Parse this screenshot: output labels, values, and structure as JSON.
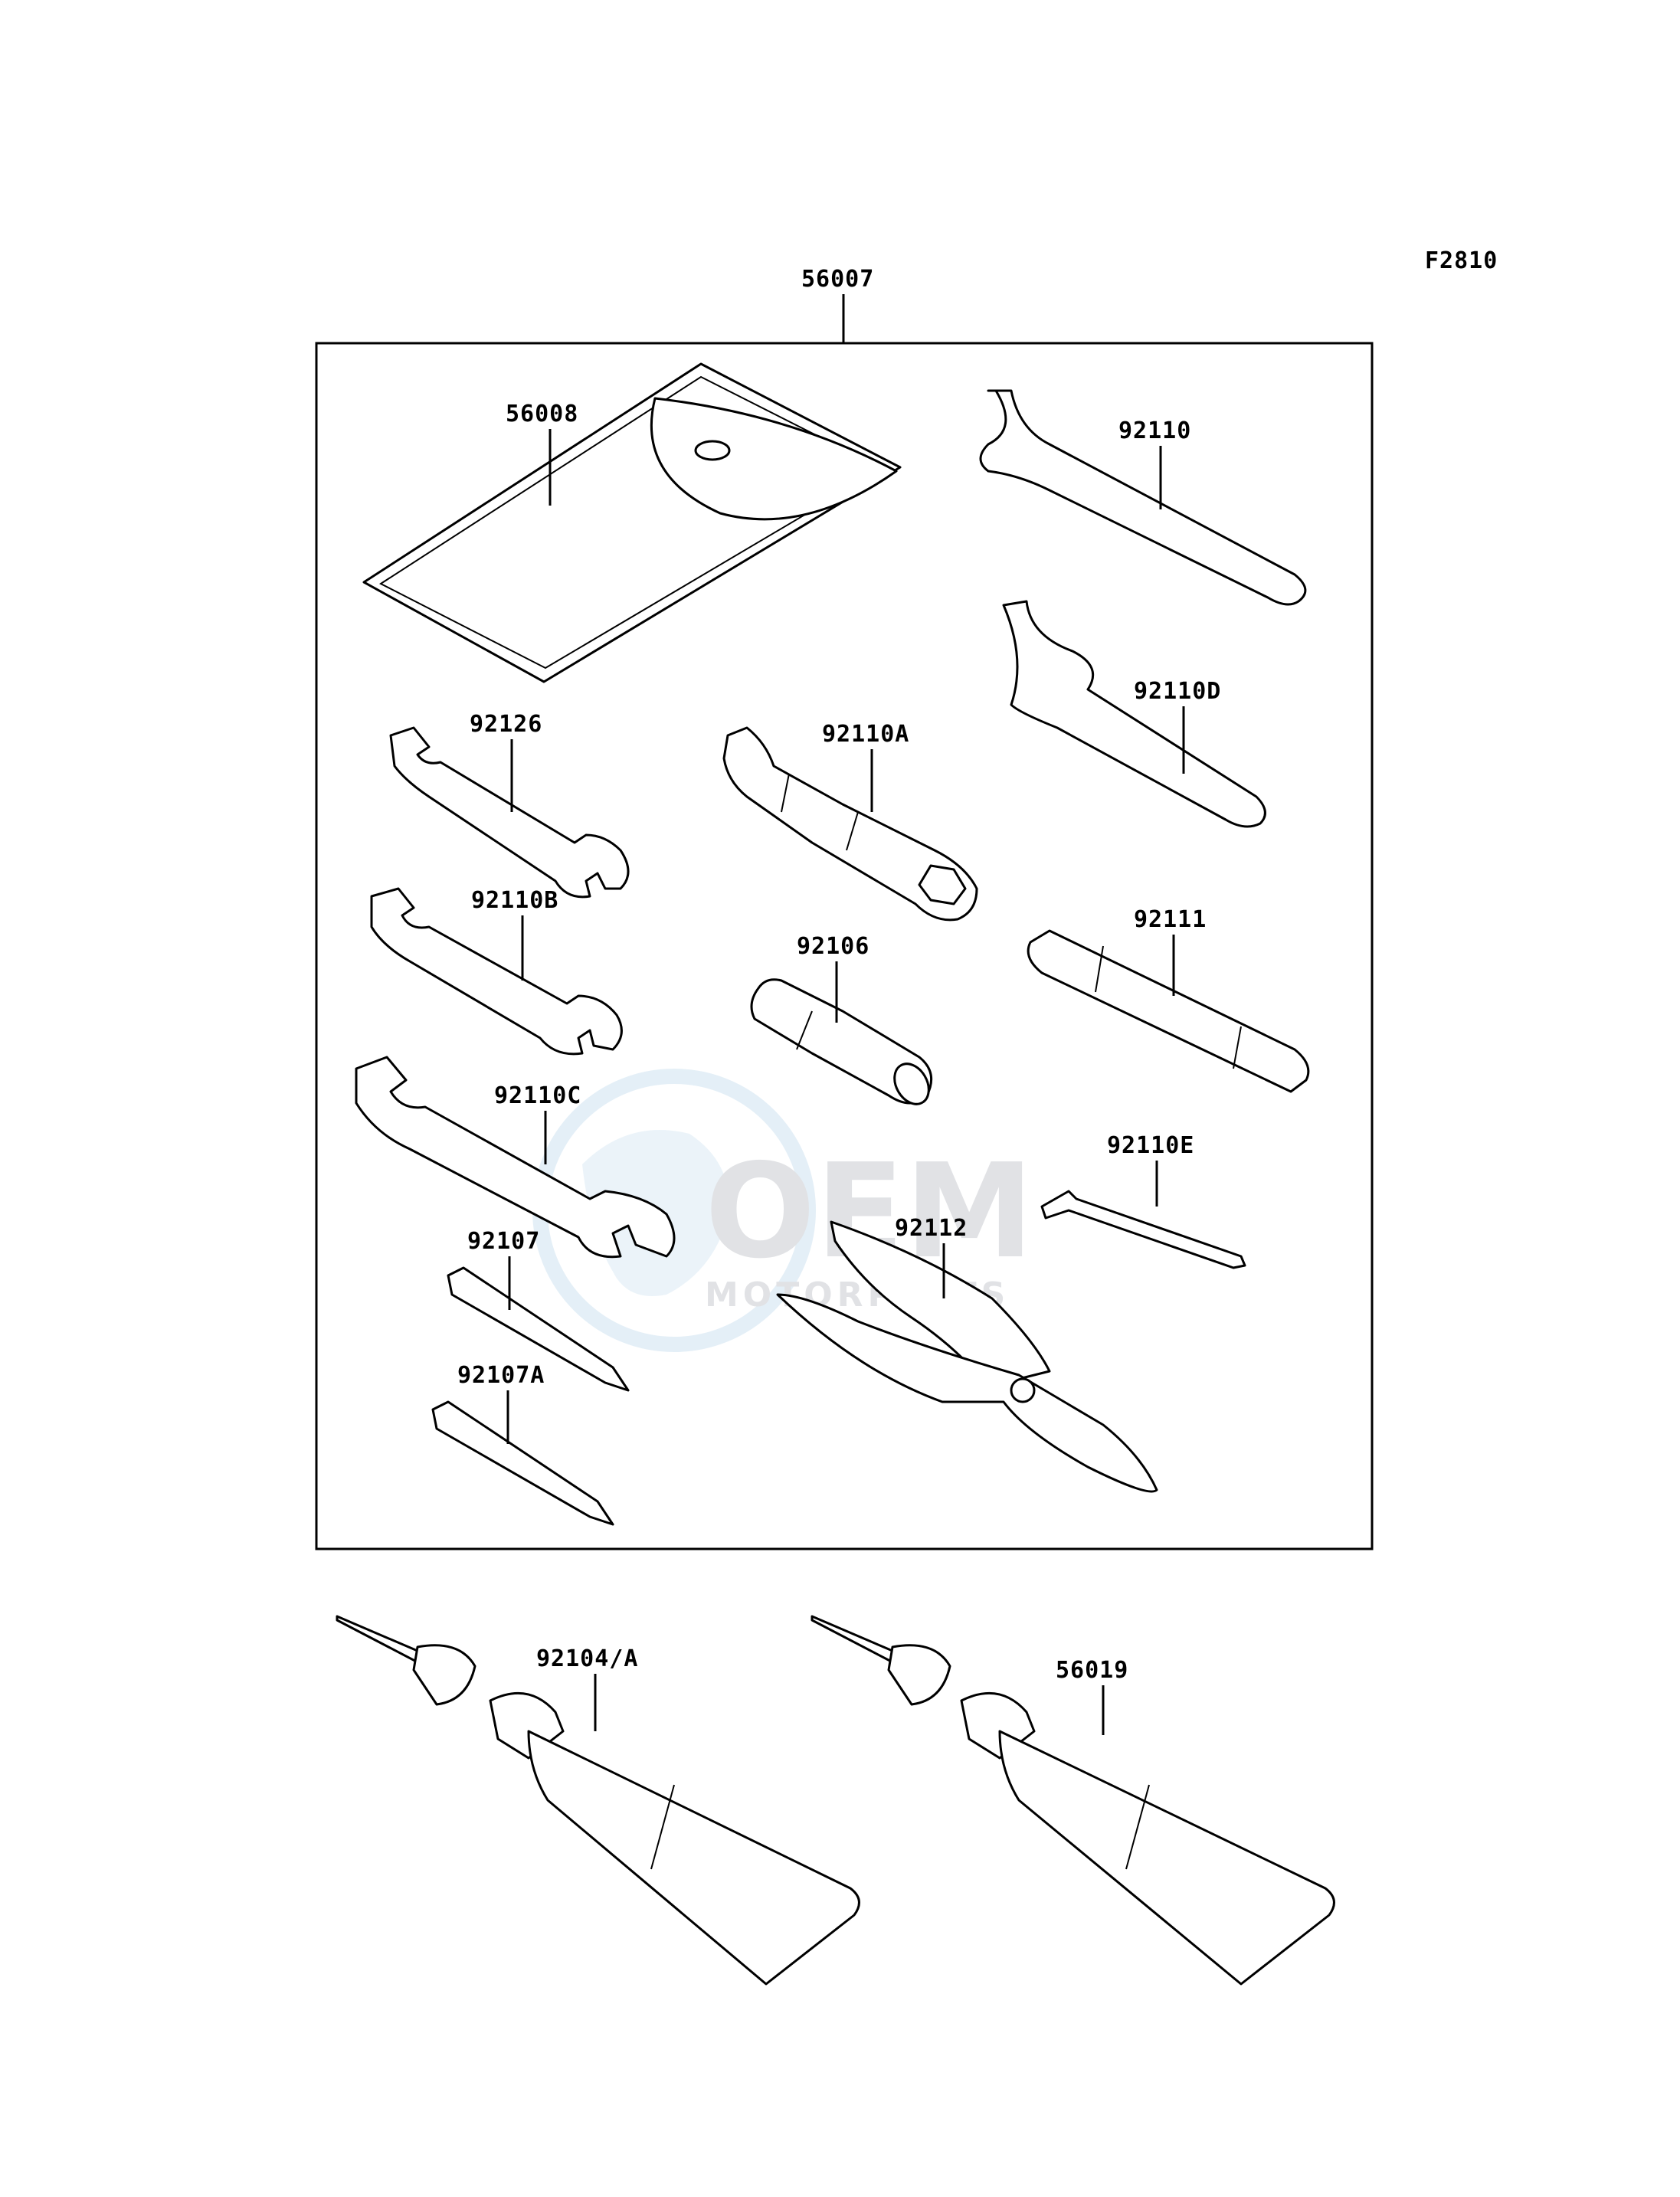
{
  "diagram_code": "F2810",
  "kit_label": "56007",
  "parts": {
    "case": "56008",
    "spanner_92110": "92110",
    "spanner_92110D": "92110D",
    "wrench_92126": "92126",
    "wrench_92110B": "92110B",
    "wrench_92110C": "92110C",
    "socket_92110A": "92110A",
    "driver_92106": "92106",
    "extension_92111": "92111",
    "hex_key_92110E": "92110E",
    "pliers_92112": "92112",
    "bit_92107": "92107",
    "bit_92107A": "92107A",
    "tube_92104A": "92104/A",
    "tube_56019": "56019"
  },
  "watermark": {
    "brand": "OEM",
    "sub": "MOTORPARTS"
  }
}
